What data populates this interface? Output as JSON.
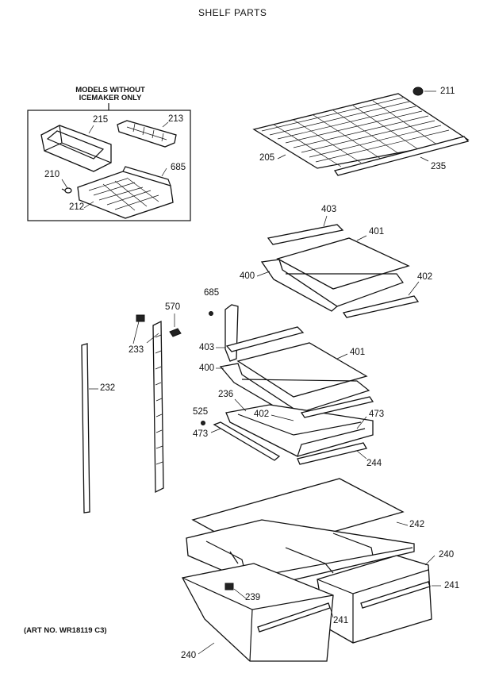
{
  "title": "SHELF PARTS",
  "inset_box": {
    "title_line1": "MODELS WITHOUT",
    "title_line2": "ICEMAKER ONLY"
  },
  "art_number": "(ART NO. WR18119 C3)",
  "callouts": {
    "c211": "211",
    "c205": "205",
    "c235": "235",
    "c215": "215",
    "c213": "213",
    "c685a": "685",
    "c210": "210",
    "c212": "212",
    "c403a": "403",
    "c401a": "401",
    "c400a": "400",
    "c402a": "402",
    "c685b": "685",
    "c570": "570",
    "c233": "233",
    "c403b": "403",
    "c401b": "401",
    "c400b": "400",
    "c236": "236",
    "c232": "232",
    "c525": "525",
    "c402b": "402",
    "c473a": "473",
    "c473b": "473",
    "c244": "244",
    "c242": "242",
    "c240a": "240",
    "c241a": "241",
    "c239": "239",
    "c241b": "241",
    "c240b": "240"
  }
}
